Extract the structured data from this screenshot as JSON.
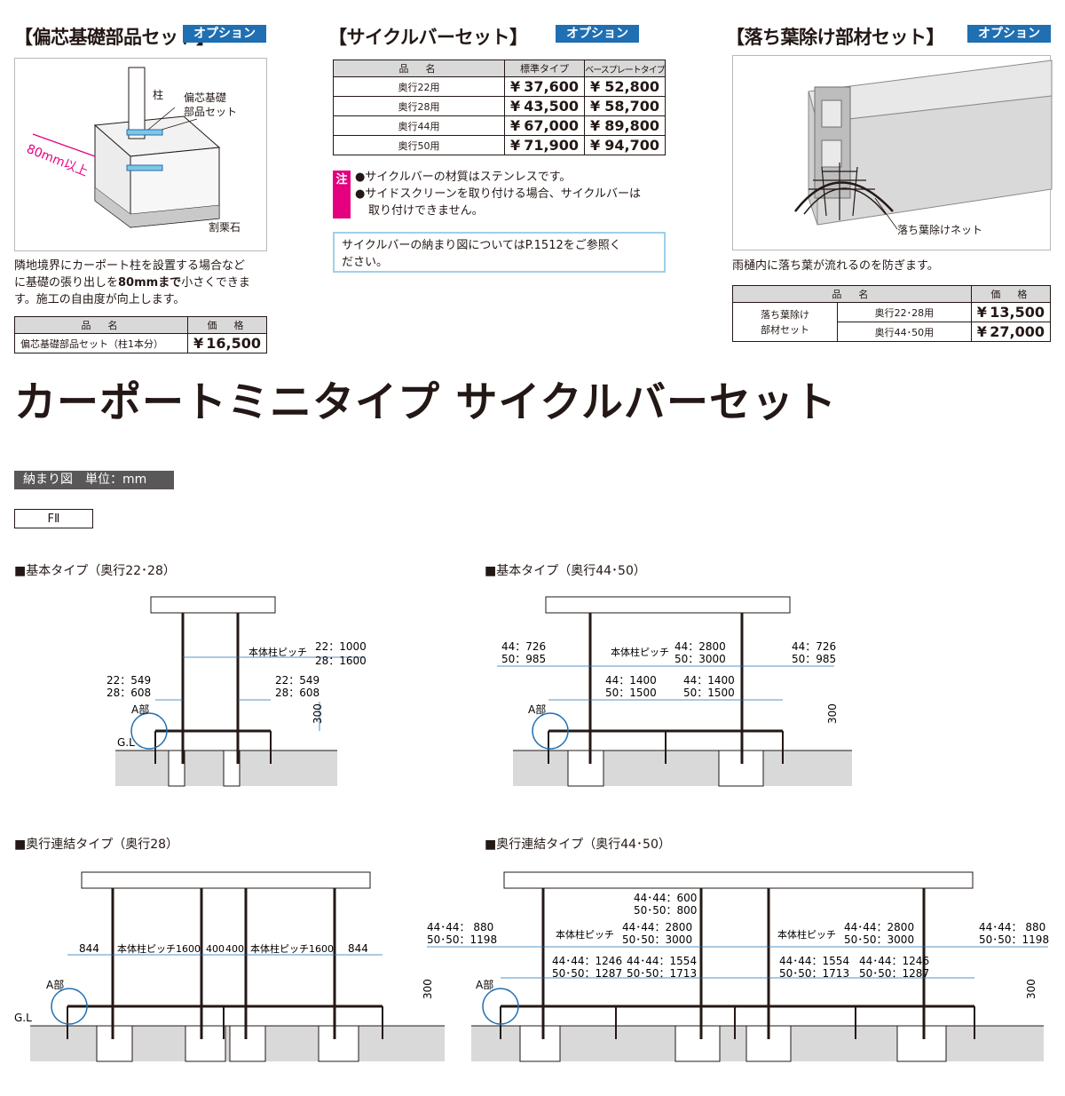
{
  "sections": {
    "offset": {
      "title": "【偏芯基礎部品セット】",
      "option": "オプション",
      "labels": {
        "pillar": "柱",
        "part": "偏芯基礎\n部品セット",
        "stone": "割栗石",
        "dimension": "80mm以上"
      },
      "desc_1": "隣地境界にカーポート柱を設置する場合など",
      "desc_2a": "に基礎の張り出しを",
      "desc_2b": "80mmまで",
      "desc_2c": "小さくできま",
      "desc_3": "す。施工の自由度が向上します。",
      "table": {
        "headers": [
          "品　名",
          "価　格"
        ],
        "rows": [
          {
            "name": "偏芯基礎部品セット（柱1本分）",
            "yen": "¥",
            "price": "16,500"
          }
        ]
      }
    },
    "cycle": {
      "title": "【サイクルバーセット】",
      "option": "オプション",
      "table": {
        "headers": [
          "品　名",
          "標準タイプ",
          "ベースプレートタイプ"
        ],
        "rows": [
          {
            "name": "奥行22用",
            "std": "37,600",
            "base": "52,800"
          },
          {
            "name": "奥行28用",
            "std": "43,500",
            "base": "58,700"
          },
          {
            "name": "奥行44用",
            "std": "67,000",
            "base": "89,800"
          },
          {
            "name": "奥行50用",
            "std": "71,900",
            "base": "94,700"
          }
        ],
        "yen": "¥"
      },
      "note_mark": "注",
      "notes": [
        "●サイクルバーの材質はステンレスです。",
        "●サイドスクリーンを取り付ける場合、サイクルバーは",
        "取り付けできません。"
      ],
      "ref_1": "サイクルバーの納まり図についてはP.1512をご参照く",
      "ref_2": "ださい。"
    },
    "leaf": {
      "title": "【落ち葉除け部材セット】",
      "option": "オプション",
      "net_label": "落ち葉除けネット",
      "desc": "雨樋内に落ち葉が流れるのを防ぎます。",
      "table": {
        "headers": [
          "品　名",
          "価　格"
        ],
        "group_name_1": "落ち葉除け",
        "group_name_2": "部材セット",
        "rows": [
          {
            "name": "奥行22･28用",
            "yen": "¥",
            "price": "13,500"
          },
          {
            "name": "奥行44･50用",
            "yen": "¥",
            "price": "27,000"
          }
        ]
      }
    }
  },
  "main_title": "カーポートミニタイプ サイクルバーセット",
  "unit_label": "納まり図　単位：mm",
  "model_label": "FⅡ",
  "diagrams": {
    "d1": {
      "title": "■基本タイプ（奥行22･28）",
      "labels": {
        "pitch": "本体柱ピッチ",
        "pitch_v1": "22：1000",
        "pitch_v2": "28：1600",
        "left_v1": "22：549",
        "left_v2": "28：608",
        "right_v1": "22：549",
        "right_v2": "28：608",
        "a_part": "A部",
        "gl": "G.L",
        "h300": "300"
      }
    },
    "d2": {
      "title": "■基本タイプ（奥行44･50）",
      "labels": {
        "l_v1": "44：726",
        "l_v2": "50：985",
        "pitch": "本体柱ピッチ",
        "p_v1": "44：2800",
        "p_v2": "50：3000",
        "r_v1": "44：726",
        "r_v2": "50：985",
        "m1_v1": "44：1400",
        "m1_v2": "50：1500",
        "m2_v1": "44：1400",
        "m2_v2": "50：1500",
        "a_part": "A部",
        "h300": "300"
      }
    },
    "d3": {
      "title": "■奥行連結タイプ（奥行28）",
      "labels": {
        "d844a": "844",
        "pitch1": "本体柱ピッチ1600",
        "d400a": "400",
        "d400b": "400",
        "pitch2": "本体柱ピッチ1600",
        "d844b": "844",
        "a_part": "A部",
        "gl": "G.L",
        "h300": "300"
      }
    },
    "d4": {
      "title": "■奥行連結タイプ（奥行44･50）",
      "labels": {
        "l_v1": "44･44：  880",
        "l_v2": "50･50：1198",
        "top_v1": "44･44：600",
        "top_v2": "50･50：800",
        "pitch_a": "本体柱ピッチ",
        "pa_v1": "44･44：2800",
        "pa_v2": "50･50：3000",
        "pitch_b": "本体柱ピッチ",
        "pb_v1": "44･44：2800",
        "pb_v2": "50･50：3000",
        "r_v1": "44･44：  880",
        "r_v2": "50･50：1198",
        "s1_v1": "44･44：1246",
        "s1_v2": "50･50：1287",
        "s2_v1": "44･44：1554",
        "s2_v2": "50･50：1713",
        "s3_v1": "44･44：1554",
        "s3_v2": "50･50：1713",
        "s4_v1": "44･44：1246",
        "s4_v2": "50･50：1287",
        "a_part": "A部",
        "h300": "300"
      }
    }
  }
}
